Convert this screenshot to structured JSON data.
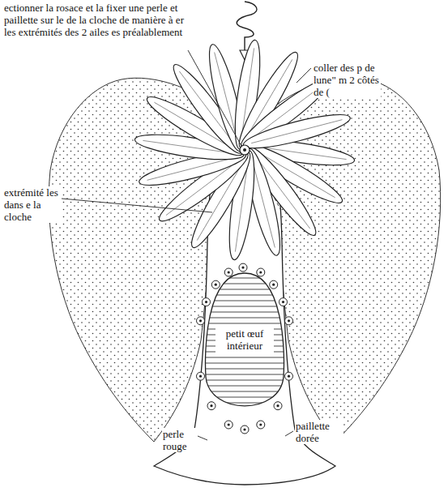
{
  "diagram": {
    "nodes": [
      {
        "text": [
          "petit œuf intérieur"
        ]
      }
    ],
    "labels": [
      "ectionner la rosace et la fixer une perle et paillette sur le de la cloche de manière à er les extrémités des 2 ailes es préalablement",
      "coller des p de lune\" m 2 côtés de (",
      "extrémité les dans e la cloche",
      "perle rouge",
      "paillette dorée"
    ]
  }
}
